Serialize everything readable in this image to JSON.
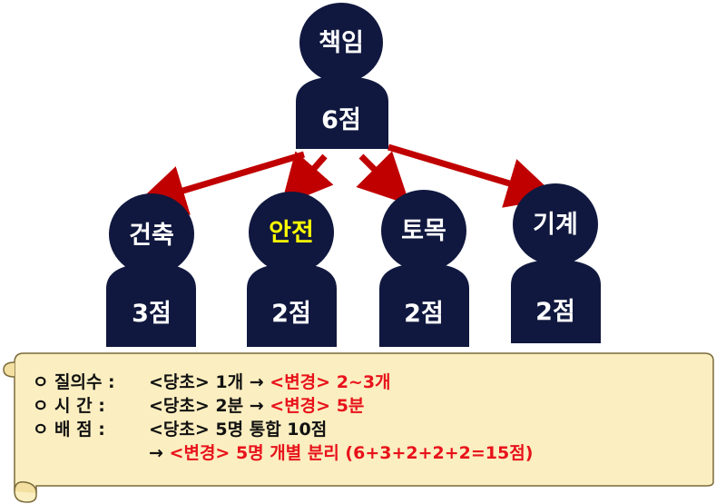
{
  "top": {
    "title": "책임",
    "score": "6점"
  },
  "children": [
    {
      "title": "건축",
      "score": "3점",
      "title_color": "#ffffff"
    },
    {
      "title": "안전",
      "score": "2점",
      "title_color": "#ffff00"
    },
    {
      "title": "토목",
      "score": "2점",
      "title_color": "#ffffff"
    },
    {
      "title": "기계",
      "score": "2점",
      "title_color": "#ffffff"
    }
  ],
  "colors": {
    "figure": "#10183f",
    "arrow": "#c00000",
    "scroll_fill": "#fbeec0",
    "scroll_border": "#7a6a3a",
    "change_text": "#e8121b"
  },
  "notes": [
    {
      "bullet": "ㅇ",
      "key": "질의수 :",
      "before": "<당초> 1개 →",
      "change": "<변경> 2~3개"
    },
    {
      "bullet": "ㅇ",
      "key": "시 간 :",
      "before": "<당초> 2분 →",
      "change": "<변경> 5분"
    },
    {
      "bullet": "ㅇ",
      "key": "배 점 :",
      "before": "<당초> 5명 통합 10점",
      "change": ""
    }
  ],
  "last_line": {
    "arrow": "→",
    "change": "<변경> 5명 개별 분리 (6+3+2+2+2=15점)"
  }
}
